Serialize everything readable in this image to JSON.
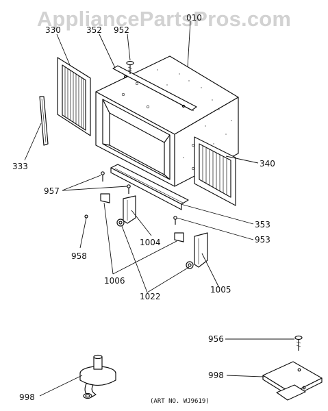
{
  "watermark": "AppliancePartsPros.com",
  "art_number": "(ART NO. WJ9619)",
  "labels": {
    "p010": "010",
    "p330": "330",
    "p352": "352",
    "p952": "952",
    "p333": "333",
    "p340": "340",
    "p957": "957",
    "p353": "353",
    "p953": "953",
    "p958": "958",
    "p1004": "1004",
    "p1006": "1006",
    "p1022": "1022",
    "p1005": "1005",
    "p956": "956",
    "p998a": "998",
    "p998b": "998"
  }
}
